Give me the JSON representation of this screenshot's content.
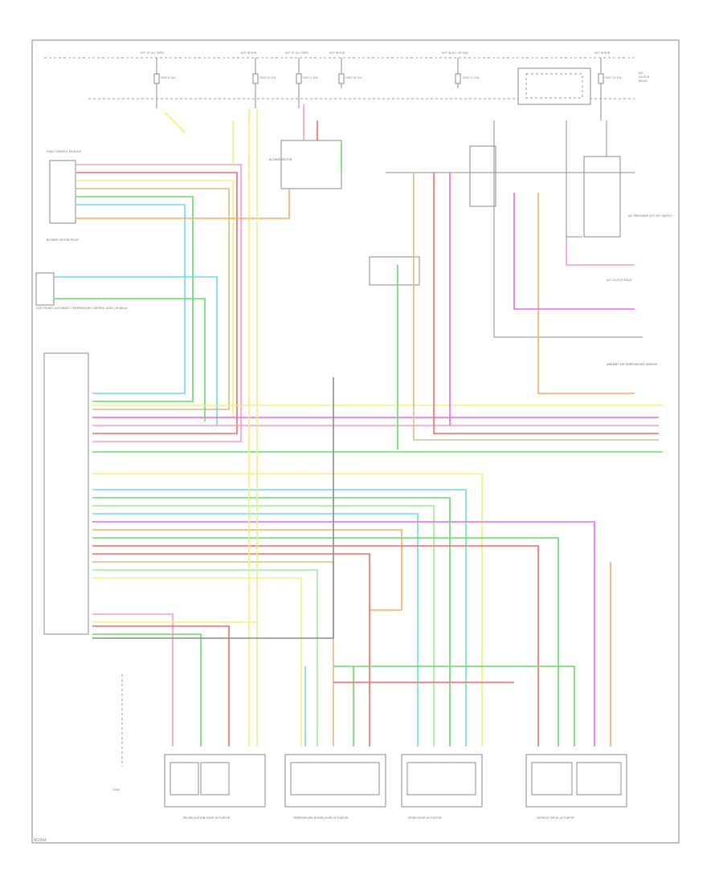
{
  "diagram": {
    "ref_code": "W2094",
    "colors": {
      "pink": "#ff99cc",
      "red": "#ff6666",
      "yellow": "#f2f27a",
      "green": "#66dd66",
      "lightgreen": "#99ee99",
      "cyan": "#66ddee",
      "orange": "#ffaa66",
      "magenta": "#ee66ee",
      "tan": "#ddbb88",
      "gray": "#8c8c8c"
    },
    "top_sources": [
      "HOT AT ALL TIMES",
      "HOT IN RUN",
      "HOT AT ALL TIMES",
      "HOT IN RUN",
      "HOT IN ACC OR RUN",
      "HOT IN RUN"
    ],
    "fuses": [
      "FUSE 8 10A",
      "FUSE 23 10A",
      "FUSE 2 10A",
      "FUSE 36 10A",
      "FUSE 31 15A",
      "FUSE 19 10A"
    ],
    "left_modules": [
      "HVAC CONTROL MODULE",
      "BLOWER MOTOR RELAY",
      "ELECTRONIC AUTOMATIC TEMPERATURE CONTROL (EATC) MODULE"
    ],
    "right_modules": [
      "BLOWER MOTOR",
      "A/C PRESSURE CUT-OFF SWITCH",
      "A/C CLUTCH RELAY",
      "AMBIENT AIR TEMPERATURE SENSOR"
    ],
    "actuators": [
      "RECIRCULATION DOOR ACTUATOR",
      "TEMPERATURE BLEND DOOR ACTUATOR",
      "MODE DOOR ACTUATOR",
      "DEFROST DOOR ACTUATOR"
    ],
    "ground": "G300"
  }
}
